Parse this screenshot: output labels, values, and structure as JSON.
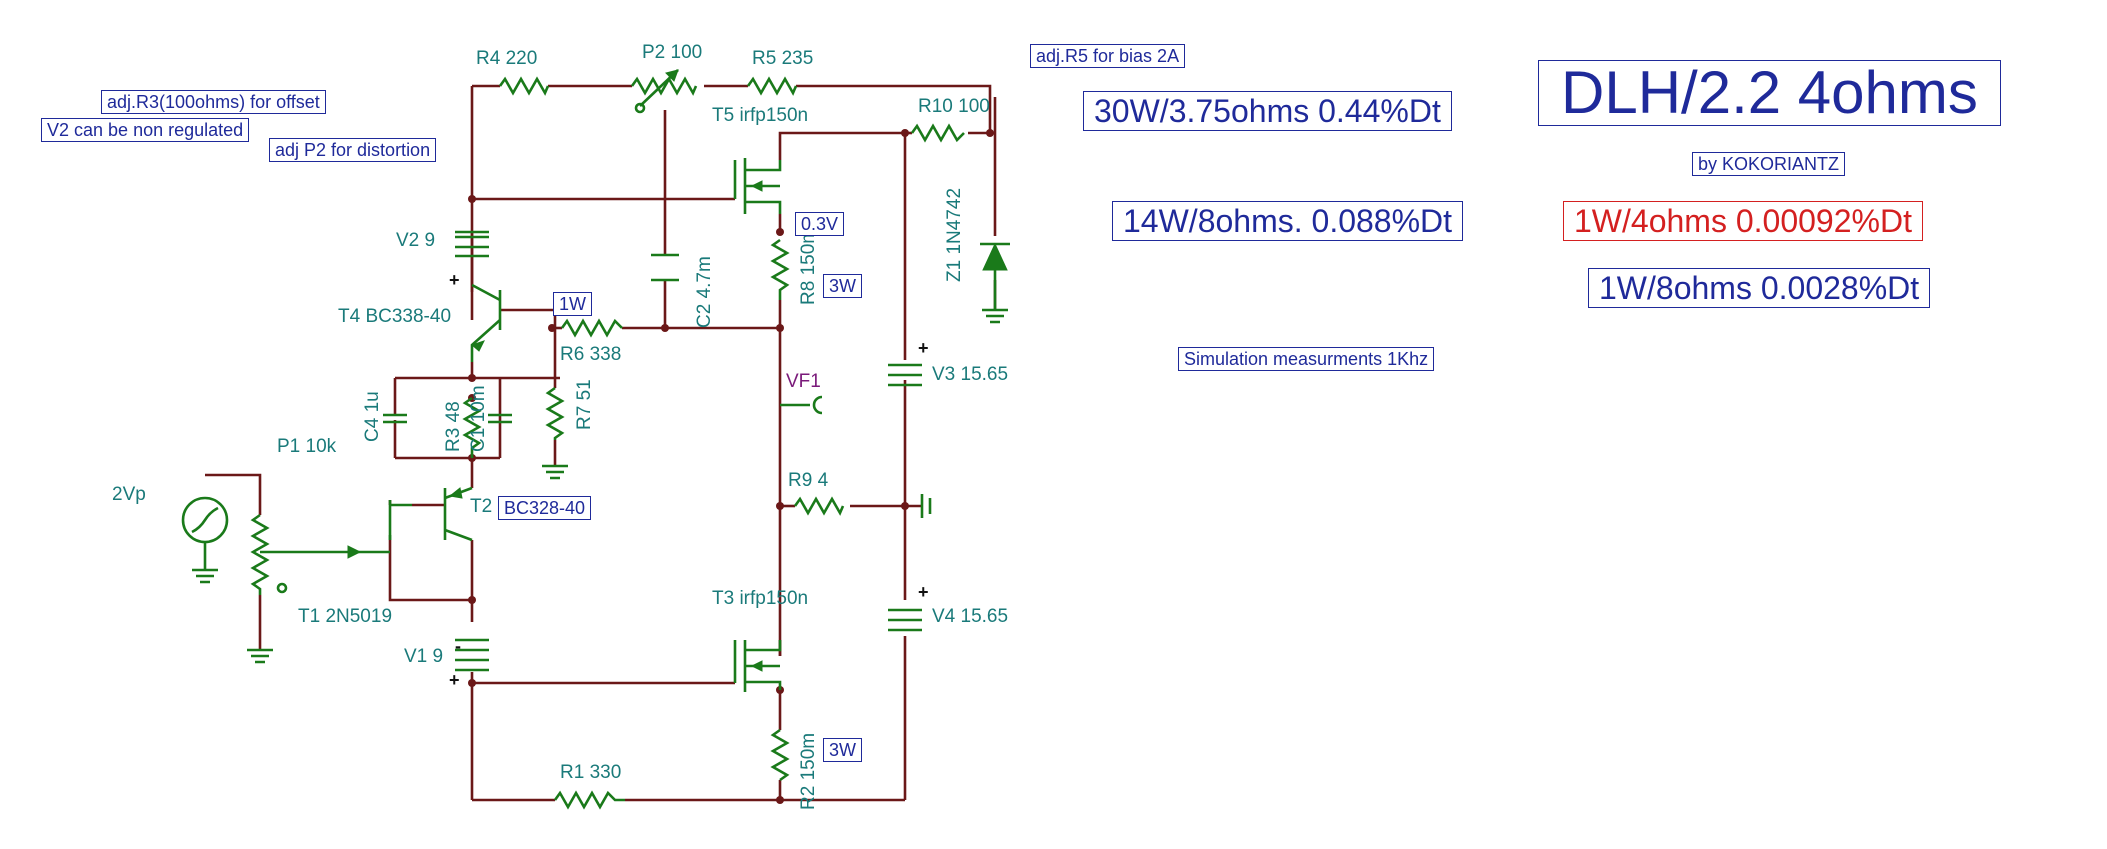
{
  "components": {
    "r4": "R4 220",
    "p2": "P2 100",
    "r5": "R5 235",
    "t5": "T5 irfp150n",
    "r10": "R10 100",
    "z1": "Z1 1N4742",
    "v2": "V2 9",
    "c2": "C2 4.7m",
    "r8": "R8 150m",
    "t4": "T4 BC338-40",
    "r6": "R6 338",
    "c4": "C4 1u",
    "r3": "R3 48",
    "c1": "C1 10m",
    "r7": "R7 51",
    "vf1": "VF1",
    "v3": "V3 15.65",
    "p1": "P1 10k",
    "src": "2Vp",
    "t2": "T2",
    "r9": "R9 4",
    "t1": "T1 2N5019",
    "t3": "T3 irfp150n",
    "v4": "V4 15.65",
    "v1": "V1 9",
    "r2": "R2 150m",
    "r1": "R1 330"
  },
  "polarity": {
    "plus": "+",
    "minus": "-"
  },
  "tags": {
    "w1": "1W",
    "v03": "0.3V",
    "w3_top": "3W",
    "w3_bottom": "3W",
    "t2_type": "BC328-40"
  },
  "notes": {
    "adj_r3": "adj.R3(100ohms) for offset",
    "v2_unreg": "V2 can be non regulated",
    "adj_p2": "adj P2 for distortion",
    "adj_r5": "adj.R5 for bias 2A",
    "sim": "Simulation measurments 1Khz",
    "author": "by KOKORIANTZ"
  },
  "results": {
    "title": "DLH/2.2   4ohms",
    "r30w": "30W/3.75ohms  0.44%Dt",
    "r14w": "14W/8ohms. 0.088%Dt",
    "r1w4": "1W/4ohms 0.00092%Dt",
    "r1w8": "1W/8ohms 0.0028%Dt"
  },
  "colors": {
    "wire": "#6b1818",
    "component": "#1a7a1a",
    "label": "#1a7a7a",
    "note": "#1f2a9a",
    "highlight": "#d42020"
  }
}
